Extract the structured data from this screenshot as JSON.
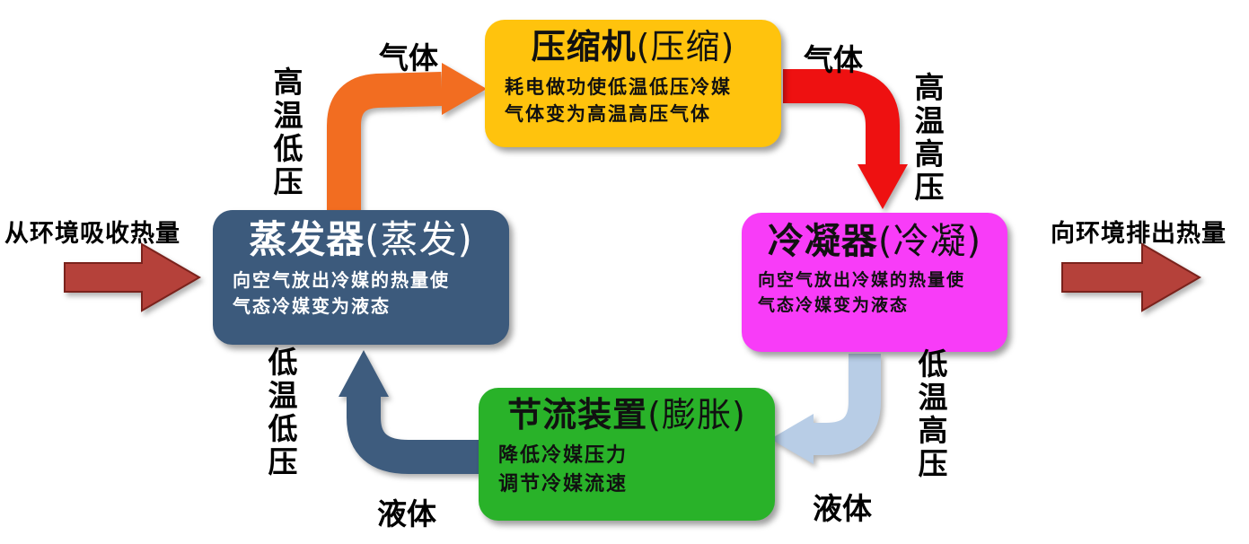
{
  "boxes": {
    "compressor": {
      "name": "压缩机",
      "paren": "(压缩)",
      "lines": [
        "耗电做功使低温低压冷媒",
        "气体变为高温高压气体"
      ],
      "bg": "#ffc30d"
    },
    "condenser": {
      "name": "冷凝器",
      "paren": "(冷凝)",
      "lines": [
        "向空气放出冷媒的热量使",
        "气态冷媒变为液态"
      ],
      "bg": "#f83cf8"
    },
    "evaporator": {
      "name": "蒸发器",
      "paren": "(蒸发)",
      "lines": [
        "向空气放出冷媒的热量使",
        "气态冷媒变为液态"
      ],
      "bg": "#3c5a7c"
    },
    "throttle": {
      "name": "节流装置",
      "paren": "(膨胀)",
      "lines": [
        "降低冷媒压力",
        "调节冷媒流速"
      ],
      "bg": "#29b229"
    }
  },
  "flow_labels": {
    "evap_to_comp_phase": "气体",
    "evap_to_comp_state": "高温低压",
    "comp_to_cond_phase": "气体",
    "comp_to_cond_state": "高温高压",
    "cond_to_throttle_state": "低温高压",
    "cond_to_throttle_phase": "液体",
    "throttle_to_evap_phase": "液体",
    "throttle_to_evap_state": "低温低压",
    "absorb_heat": "从环境吸收热量",
    "release_heat": "向环境排出热量"
  },
  "colors": {
    "arrow_orange": "#f26d21",
    "arrow_red": "#ee1111",
    "arrow_lightblue": "#b8cde6",
    "arrow_darkblue": "#3e5c7e",
    "arrow_maroon": "#b5413a",
    "arrow_maroon_edge": "#7a221c",
    "background": "#ffffff"
  }
}
